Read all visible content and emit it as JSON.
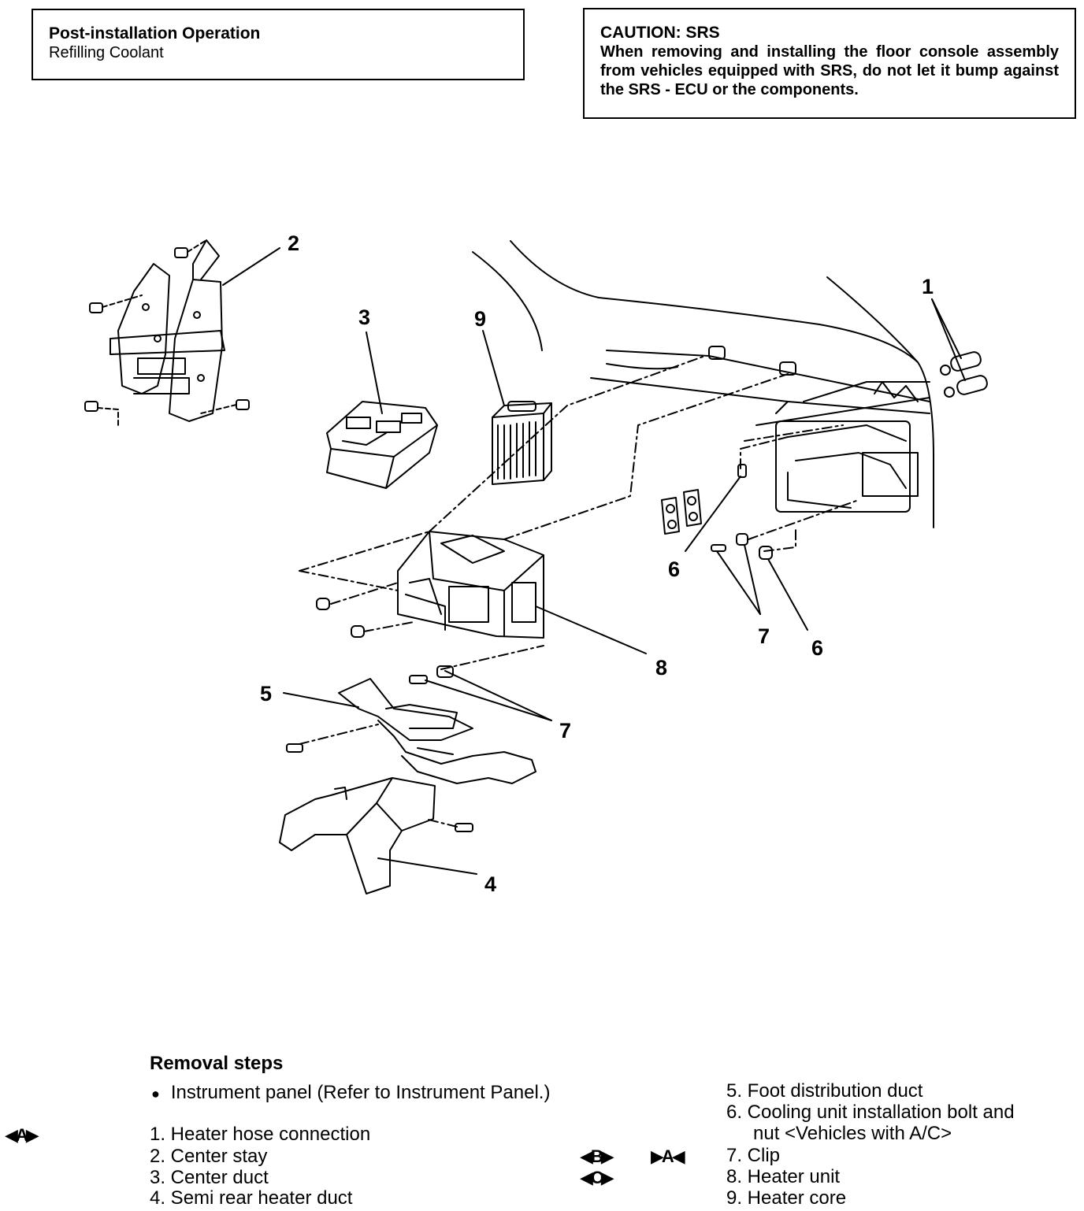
{
  "post_box": {
    "title": "Post-installation Operation",
    "line": "Refilling Coolant"
  },
  "caution_box": {
    "title": "CAUTION: SRS",
    "body": "When removing and installing the floor console assembly from vehicles equipped with SRS, do not let it bump against the SRS - ECU or the components."
  },
  "callouts": [
    "1",
    "2",
    "3",
    "4",
    "5",
    "6",
    "6",
    "7",
    "7",
    "7",
    "8",
    "9"
  ],
  "removal": {
    "heading": "Removal steps",
    "prestep": "Instrument panel (Refer to Instrument Panel.)",
    "steps_left": [
      "1. Heater hose connection",
      "2. Center stay",
      "3. Center duct",
      "4. Semi rear heater duct"
    ],
    "steps_right": [
      "5. Foot distribution duct",
      "6. Cooling unit installation bolt and",
      "nut <Vehicles with A/C>",
      "7. Clip",
      "8. Heater unit",
      "9. Heater core"
    ],
    "marks": {
      "a": "◀A▶",
      "b": "◀B▶",
      "a_rev": "▶A◀",
      "c": "◀C▶"
    }
  }
}
